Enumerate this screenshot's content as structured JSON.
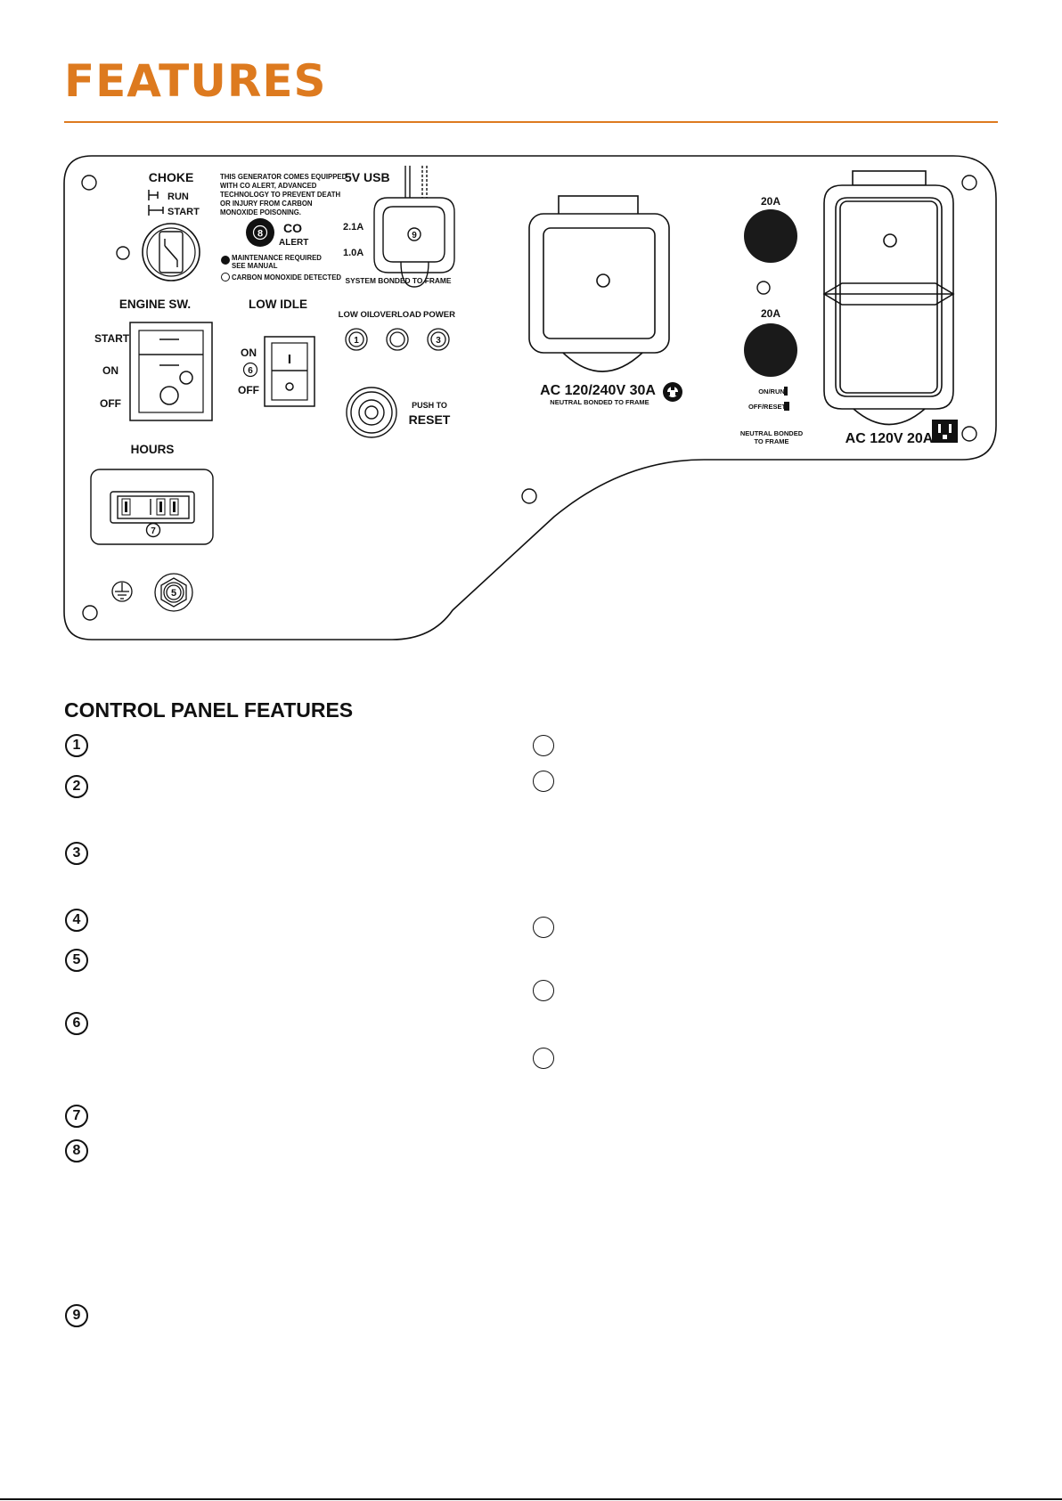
{
  "page": {
    "title": "FEATURES",
    "accent_color": "#DD7A1F"
  },
  "panel": {
    "choke": {
      "label": "CHOKE",
      "run": "RUN",
      "start": "START"
    },
    "co_notice": [
      "THIS GENERATOR COMES EQUIPPED",
      "WITH CO ALERT, ADVANCED",
      "TECHNOLOGY TO PREVENT DEATH",
      "OR INJURY FROM CARBON",
      "MONOXIDE POISONING."
    ],
    "co_alert": {
      "num": "8",
      "label": "CO",
      "sub": "ALERT"
    },
    "maintenance": [
      "MAINTENANCE REQUIRED",
      "SEE MANUAL"
    ],
    "co_detected": "CARBON MONOXIDE DETECTED",
    "usb": {
      "label": "5V USB",
      "a21": "2.1A",
      "a10": "1.0A",
      "num": "9",
      "bonded": "SYSTEM BONDED TO FRAME"
    },
    "engine_sw": {
      "label": "ENGINE SW.",
      "start": "START",
      "on": "ON",
      "off": "OFF"
    },
    "low_idle": {
      "label": "LOW IDLE",
      "on": "ON",
      "num": "6",
      "off": "OFF",
      "glyph": "I"
    },
    "indicators": {
      "low_oil": "LOW OIL",
      "overload": "OVERLOAD",
      "power": "POWER",
      "n1": "1",
      "n3": "3"
    },
    "reset": {
      "push_to": "PUSH TO",
      "label": "RESET"
    },
    "outlet30": {
      "label": "AC 120/240V 30A",
      "sub": "NEUTRAL BONDED TO FRAME"
    },
    "breakers": {
      "top": "20A",
      "bottom": "20A",
      "on_run": "ON/RUN",
      "off_reset": "OFF/RESET",
      "neutral": [
        "NEUTRAL BONDED",
        "TO FRAME"
      ]
    },
    "outlet20": {
      "label": "AC 120V 20A"
    },
    "hours": {
      "label": "HOURS",
      "num": "7"
    },
    "ground": {
      "num": "5"
    }
  },
  "control_features": {
    "title": "CONTROL PANEL FEATURES",
    "left_numbers": [
      "1",
      "2",
      "3",
      "4",
      "5",
      "6",
      "7",
      "8",
      "9"
    ]
  }
}
